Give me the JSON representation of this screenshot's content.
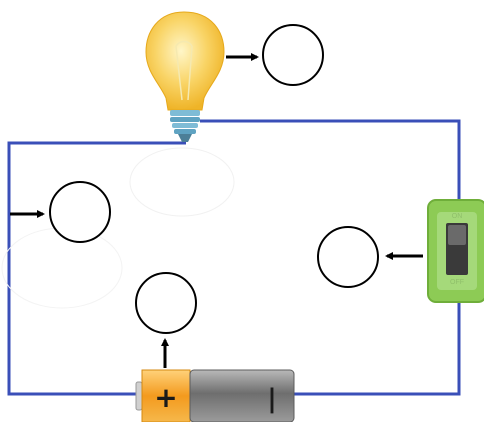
{
  "diagram": {
    "components": [
      {
        "id": "bulb",
        "icon": "light-bulb-icon"
      },
      {
        "id": "switch",
        "icon": "toggle-switch-icon",
        "on_text": "ON",
        "off_text": "OFF"
      },
      {
        "id": "battery",
        "icon": "battery-icon",
        "positive_text": "+",
        "negative_text": "|"
      }
    ],
    "answer_circles": [
      {
        "id": "bulb-blank",
        "text": ""
      },
      {
        "id": "wire-blank",
        "text": ""
      },
      {
        "id": "switch-blank",
        "text": ""
      },
      {
        "id": "battery-blank",
        "text": ""
      }
    ],
    "colors": {
      "wire": "#3a4fb8",
      "switch_body": "#8dcb55",
      "battery_positive": "#f4a62a",
      "battery_body": "#7a7a7a",
      "bulb_glass": "#f7c948",
      "bulb_base": "#7fbcd6"
    }
  }
}
